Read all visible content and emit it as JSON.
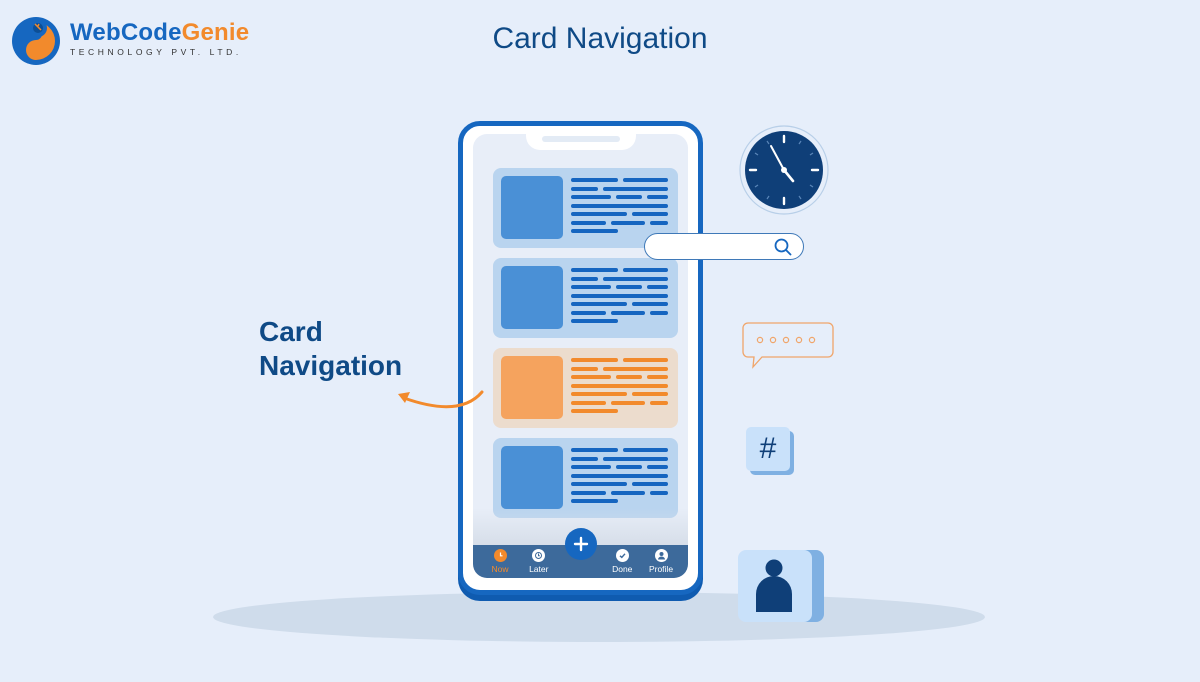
{
  "brand": {
    "name_part1": "WebCode",
    "name_part2": "Genie",
    "tagline": "TECHNOLOGY PVT. LTD.",
    "colors": {
      "blue": "#1667c0",
      "orange": "#f28a2c"
    }
  },
  "page": {
    "title": "Card Navigation"
  },
  "callout": {
    "line1": "Card",
    "line2": "Navigation"
  },
  "phone": {
    "cards": [
      {
        "highlighted": false
      },
      {
        "highlighted": false
      },
      {
        "highlighted": true
      },
      {
        "highlighted": false
      }
    ],
    "tabbar": {
      "tabs": [
        {
          "label": "Now",
          "icon": "clock-icon",
          "active": true
        },
        {
          "label": "Later",
          "icon": "at-clock-icon",
          "active": false
        },
        {
          "label": "Done",
          "icon": "check-icon",
          "active": false
        },
        {
          "label": "Profile",
          "icon": "profile-icon",
          "active": false
        }
      ],
      "fab_icon": "plus-icon"
    }
  },
  "decorations": {
    "search_icon": "search-icon",
    "hash_symbol": "#",
    "clock_icon": "clock-icon",
    "chat_icon": "chat-bubble-icon",
    "user_icon": "user-icon"
  }
}
